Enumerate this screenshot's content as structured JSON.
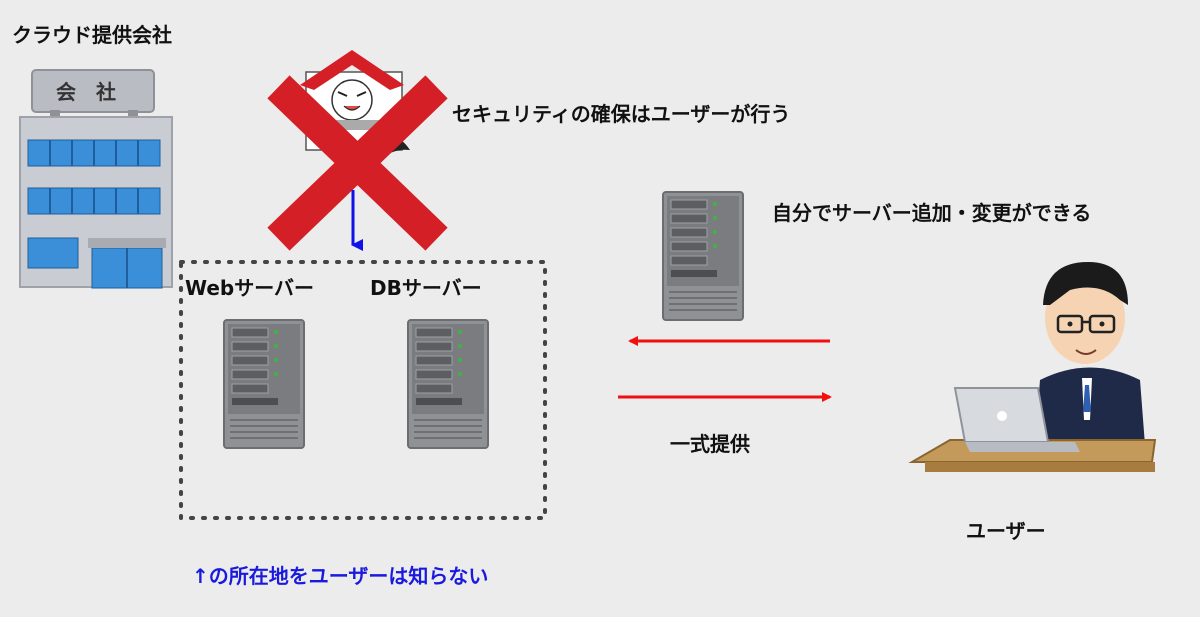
{
  "labels": {
    "cloud_provider": "クラウド提供会社",
    "building_sign": "会　社",
    "security_note": "セキュリティの確保はユーザーが行う",
    "web_server": "Webサーバー",
    "db_server": "DBサーバー",
    "self_service": "自分でサーバー追加・変更ができる",
    "full_provision": "一式提供",
    "user": "ユーザー",
    "location_note": "↑の所在地をユーザーは知らない"
  },
  "colors": {
    "background": "#ececec",
    "cross": "#d41f26",
    "arrow_red": "#f01010",
    "arrow_blue": "#1010e8",
    "note_blue": "#1a1adf",
    "server_body": "#8f9194",
    "building_window": "#3a8fd8"
  },
  "icons": {
    "building": "office-building-icon",
    "guard": "security-guard-icon",
    "cross": "red-cross-icon",
    "server": "server-tower-icon",
    "user": "businessman-at-laptop-icon"
  }
}
